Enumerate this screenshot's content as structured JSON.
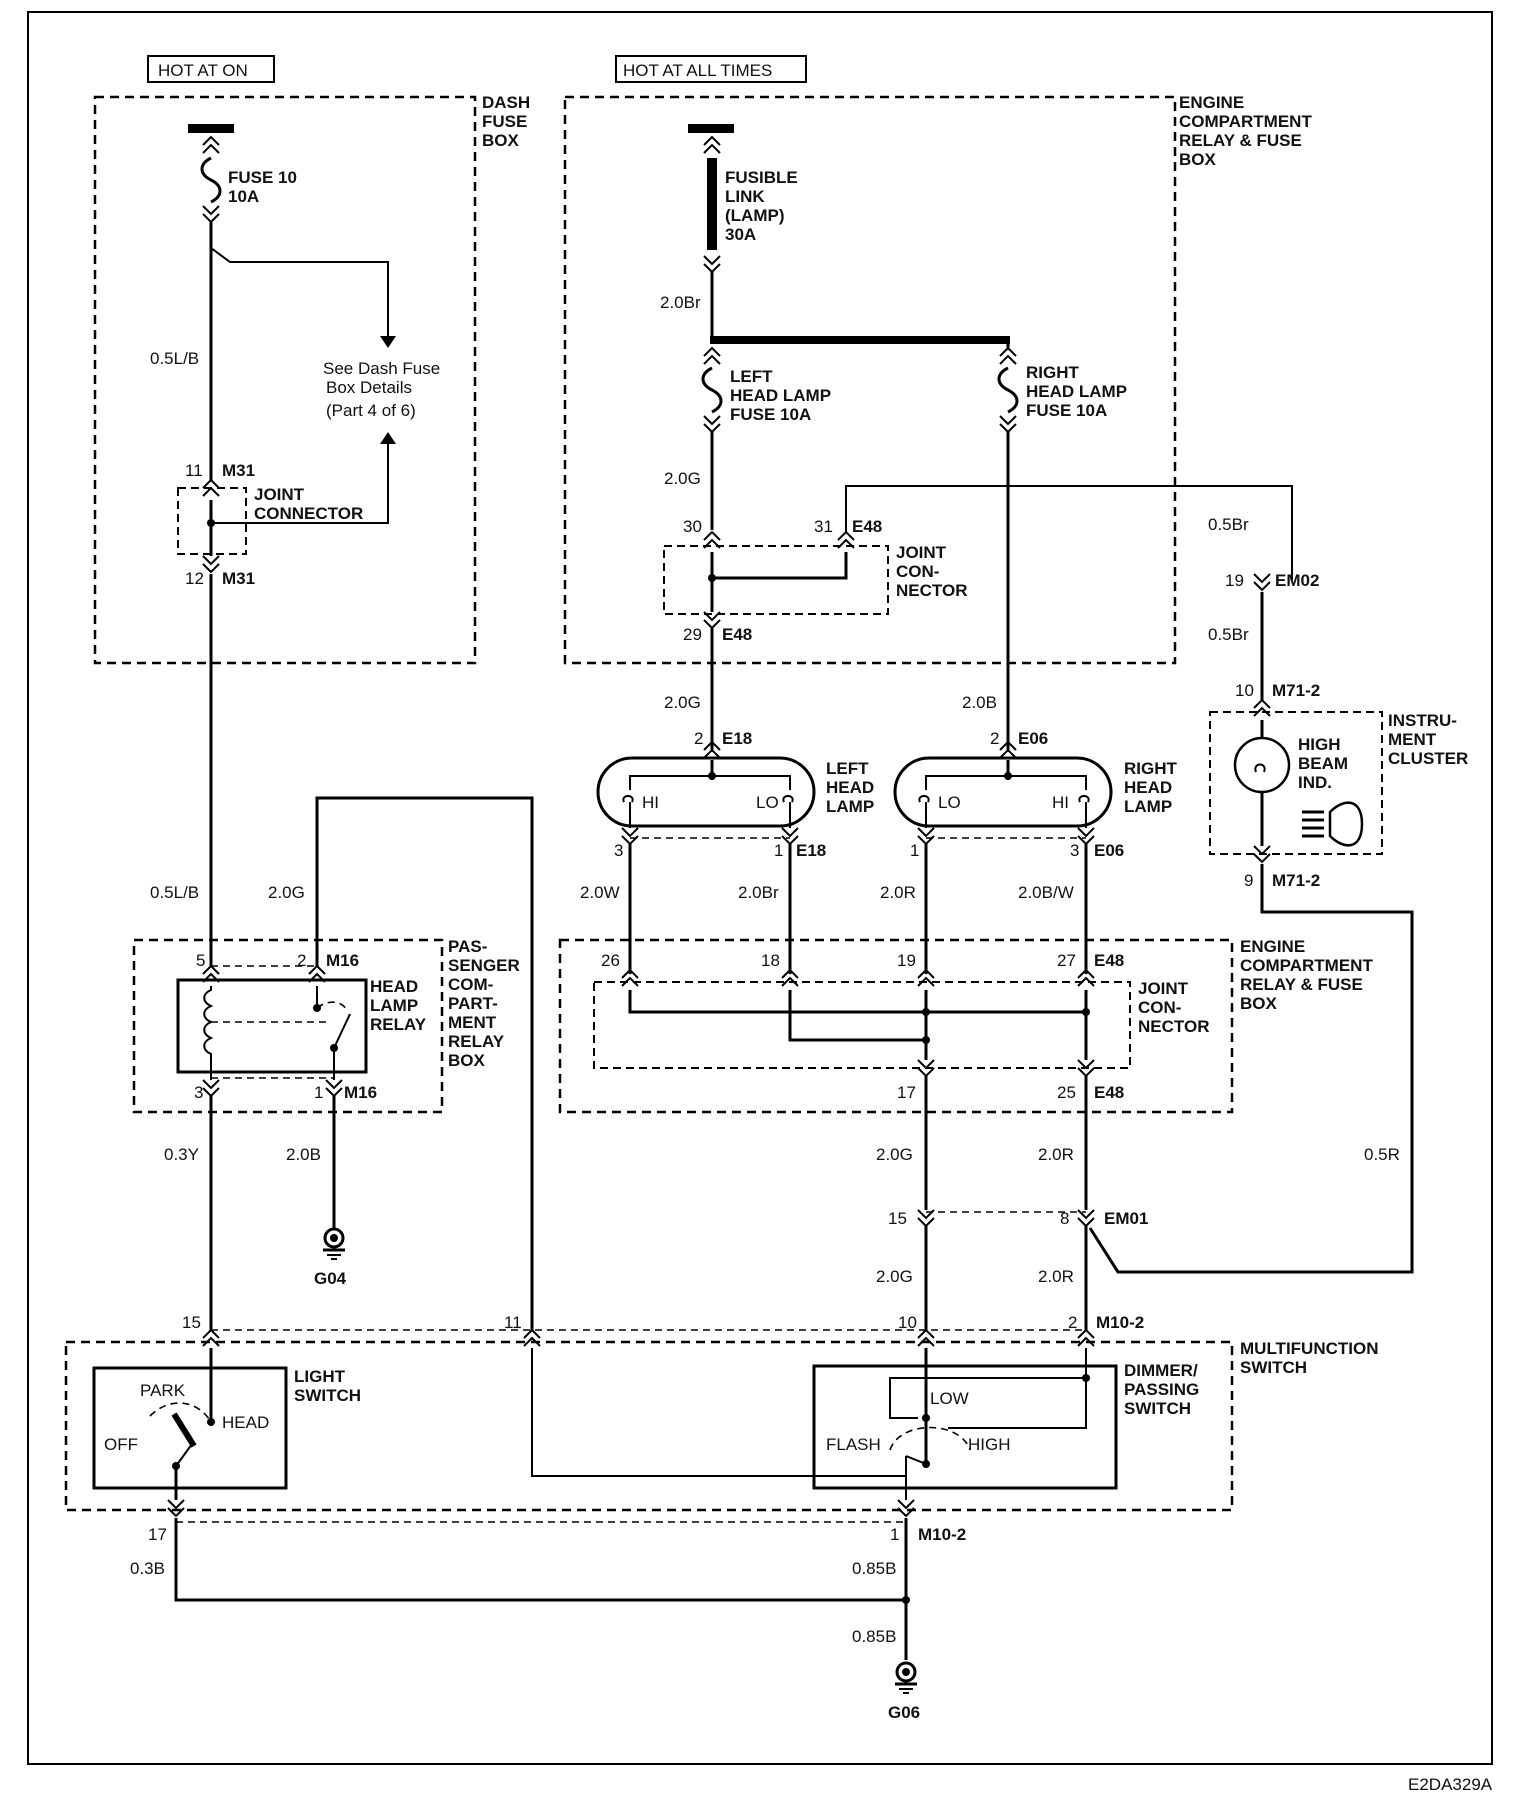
{
  "diagram_id": "E2DA329A",
  "power": {
    "hot_at_on": "HOT AT ON",
    "hot_at_all_times": "HOT AT ALL TIMES"
  },
  "boxes": {
    "dash_fuse_box": [
      "DASH",
      "FUSE",
      "BOX"
    ],
    "engine_box_top": [
      "ENGINE",
      "COMPARTMENT",
      "RELAY & FUSE",
      "BOX"
    ],
    "engine_box_mid": [
      "ENGINE",
      "COMPARTMENT",
      "RELAY & FUSE",
      "BOX"
    ],
    "passenger_relay_box": [
      "PAS-",
      "SENGER",
      "COM-",
      "PART-",
      "MENT",
      "RELAY",
      "BOX"
    ],
    "multifunction_switch": [
      "MULTIFUNCTION",
      "SWITCH"
    ],
    "instrument_cluster": [
      "INSTRU-",
      "MENT",
      "CLUSTER"
    ]
  },
  "fuses": {
    "fuse10": [
      "FUSE 10",
      "10A"
    ],
    "fusible_link": [
      "FUSIBLE",
      "LINK",
      "(LAMP)",
      "30A"
    ],
    "left_fuse": [
      "LEFT",
      "HEAD LAMP",
      "FUSE 10A"
    ],
    "right_fuse": [
      "RIGHT",
      "HEAD LAMP",
      "FUSE 10A"
    ]
  },
  "see_details": [
    "See Dash Fuse",
    "Box Details",
    "(Part 4 of 6)"
  ],
  "components": {
    "joint_connector_1": [
      "JOINT",
      "CONNECTOR"
    ],
    "joint_connector_2": [
      "JOINT",
      "CON-",
      "NECTOR"
    ],
    "joint_connector_3": [
      "JOINT",
      "CON-",
      "NECTOR"
    ],
    "left_head_lamp": [
      "LEFT",
      "HEAD",
      "LAMP"
    ],
    "right_head_lamp": [
      "RIGHT",
      "HEAD",
      "LAMP"
    ],
    "head_lamp_relay": [
      "HEAD",
      "LAMP",
      "RELAY"
    ],
    "high_beam_ind": [
      "HIGH",
      "BEAM",
      "IND."
    ],
    "light_switch": [
      "LIGHT",
      "SWITCH"
    ],
    "dimmer_switch": [
      "DIMMER/",
      "PASSING",
      "SWITCH"
    ]
  },
  "lamp_labels": {
    "hi": "HI",
    "lo": "LO"
  },
  "switch_positions": {
    "park": "PARK",
    "head": "HEAD",
    "off": "OFF",
    "low": "LOW",
    "flash": "FLASH",
    "high": "HIGH"
  },
  "grounds": {
    "g04": "G04",
    "g06": "G06"
  },
  "wires": {
    "w_05LB_1": "0.5L/B",
    "w_05LB_2": "0.5L/B",
    "w_20Br": "2.0Br",
    "w_20G_1": "2.0G",
    "w_20G_2": "2.0G",
    "w_20B_1": "2.0B",
    "w_05Br_1": "0.5Br",
    "w_05Br_2": "0.5Br",
    "w_20G_3": "2.0G",
    "w_20W": "2.0W",
    "w_20Br_2": "2.0Br",
    "w_20R_1": "2.0R",
    "w_20BW": "2.0B/W",
    "w_03Y": "0.3Y",
    "w_20B_2": "2.0B",
    "w_20G_4": "2.0G",
    "w_20R_2": "2.0R",
    "w_05R": "0.5R",
    "w_20G_5": "2.0G",
    "w_20R_3": "2.0R",
    "w_03B": "0.3B",
    "w_085B_1": "0.85B",
    "w_085B_2": "0.85B"
  },
  "pins": {
    "p11": "11",
    "m31a": "M31",
    "p12": "12",
    "m31b": "M31",
    "p30": "30",
    "p31": "31",
    "e48a": "E48",
    "p29": "29",
    "e48b": "E48",
    "p19": "19",
    "em02": "EM02",
    "p10": "10",
    "m712a": "M71-2",
    "p9": "9",
    "m712b": "M71-2",
    "p2a": "2",
    "e18a": "E18",
    "p2b": "2",
    "e06a": "E06",
    "p3a": "3",
    "p1a": "1",
    "e18b": "E18",
    "p1b": "1",
    "p3b": "3",
    "e06b": "E06",
    "p5": "5",
    "p2c": "2",
    "m16a": "M16",
    "p3c": "3",
    "p1c": "1",
    "m16b": "M16",
    "p26": "26",
    "p18": "18",
    "p19b": "19",
    "p27": "27",
    "e48c": "E48",
    "p17": "17",
    "p25": "25",
    "e48d": "E48",
    "p15": "15",
    "p8": "8",
    "em01": "EM01",
    "p15b": "15",
    "p11b": "11",
    "p10b": "10",
    "p2d": "2",
    "m102a": "M10-2",
    "p17b": "17",
    "p1d": "1",
    "m102b": "M10-2"
  }
}
